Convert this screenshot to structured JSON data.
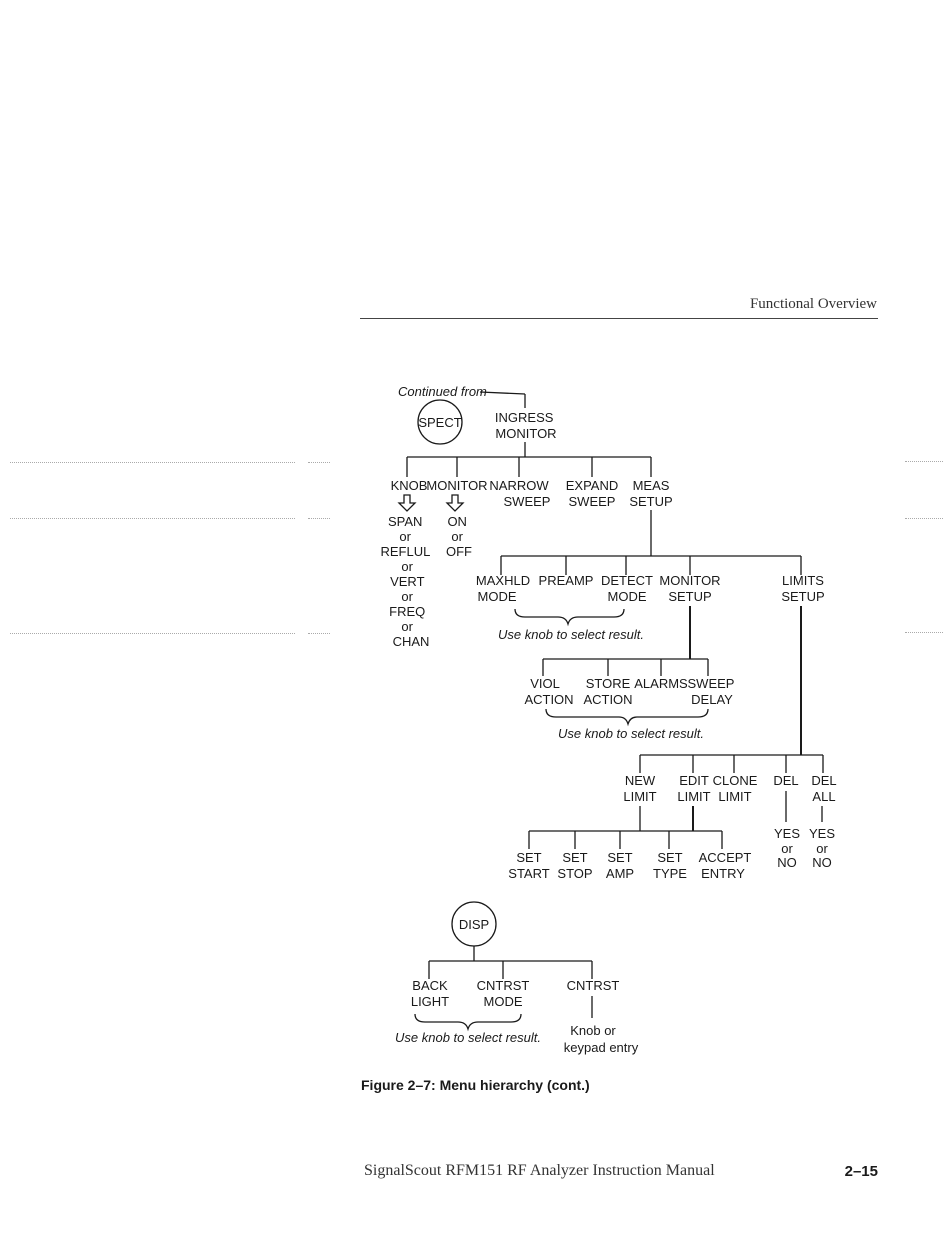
{
  "header": {
    "section": "Functional Overview"
  },
  "footer": {
    "manual": "SignalScout RFM151 RF Analyzer Instruction Manual",
    "page": "2–15"
  },
  "caption": "Figure 2–7: Menu hierarchy (cont.)",
  "diagram": {
    "continued_from": "Continued from",
    "spect_key": "SPECT",
    "ingress": [
      "INGRESS",
      "MONITOR"
    ],
    "level1": {
      "knob": "KNOB",
      "monitor": "MONITOR",
      "narrow": [
        "NARROW",
        "SWEEP"
      ],
      "expand": [
        "EXPAND",
        "SWEEP"
      ],
      "meas": [
        "MEAS",
        "SETUP"
      ]
    },
    "knob_options": [
      "SPAN",
      "or",
      "REFLUL",
      "or",
      "VERT",
      "or",
      "FREQ",
      "or",
      "CHAN"
    ],
    "monitor_options": [
      "ON",
      "or",
      "OFF"
    ],
    "meas_children": {
      "maxhld": [
        "MAXHLD",
        "MODE"
      ],
      "preamp": "PREAMP",
      "detect": [
        "DETECT",
        "MODE"
      ],
      "monitor_setup": [
        "MONITOR",
        "SETUP"
      ],
      "limits": [
        "LIMITS",
        "SETUP"
      ]
    },
    "use_knob_1": "Use knob to select result.",
    "monitor_children": {
      "viol": [
        "VIOL",
        "ACTION"
      ],
      "store": [
        "STORE",
        "ACTION"
      ],
      "alarms": "ALARMS",
      "sweep": [
        "SWEEP",
        "DELAY"
      ]
    },
    "use_knob_2": "Use knob to select result.",
    "limits_children": {
      "new": [
        "NEW",
        "LIMIT"
      ],
      "edit": [
        "EDIT",
        "LIMIT"
      ],
      "clone": [
        "CLONE",
        "LIMIT"
      ],
      "del": "DEL",
      "delall": [
        "DEL",
        "ALL"
      ]
    },
    "yes_no": [
      "YES",
      "or",
      "NO"
    ],
    "limit_edit_children": {
      "set_start": [
        "SET",
        "START"
      ],
      "set_stop": [
        "SET",
        "STOP"
      ],
      "set_amp": [
        "SET",
        "AMP"
      ],
      "set_type": [
        "SET",
        "TYPE"
      ],
      "accept": [
        "ACCEPT",
        "ENTRY"
      ]
    },
    "disp_key": "DISP",
    "disp_children": {
      "back": [
        "BACK",
        "LIGHT"
      ],
      "cntrst_mode": [
        "CNTRST",
        "MODE"
      ],
      "cntrst": "CNTRST"
    },
    "use_knob_3": "Use knob to select result.",
    "knob_or": "Knob or",
    "keypad_entry": "keypad entry"
  }
}
